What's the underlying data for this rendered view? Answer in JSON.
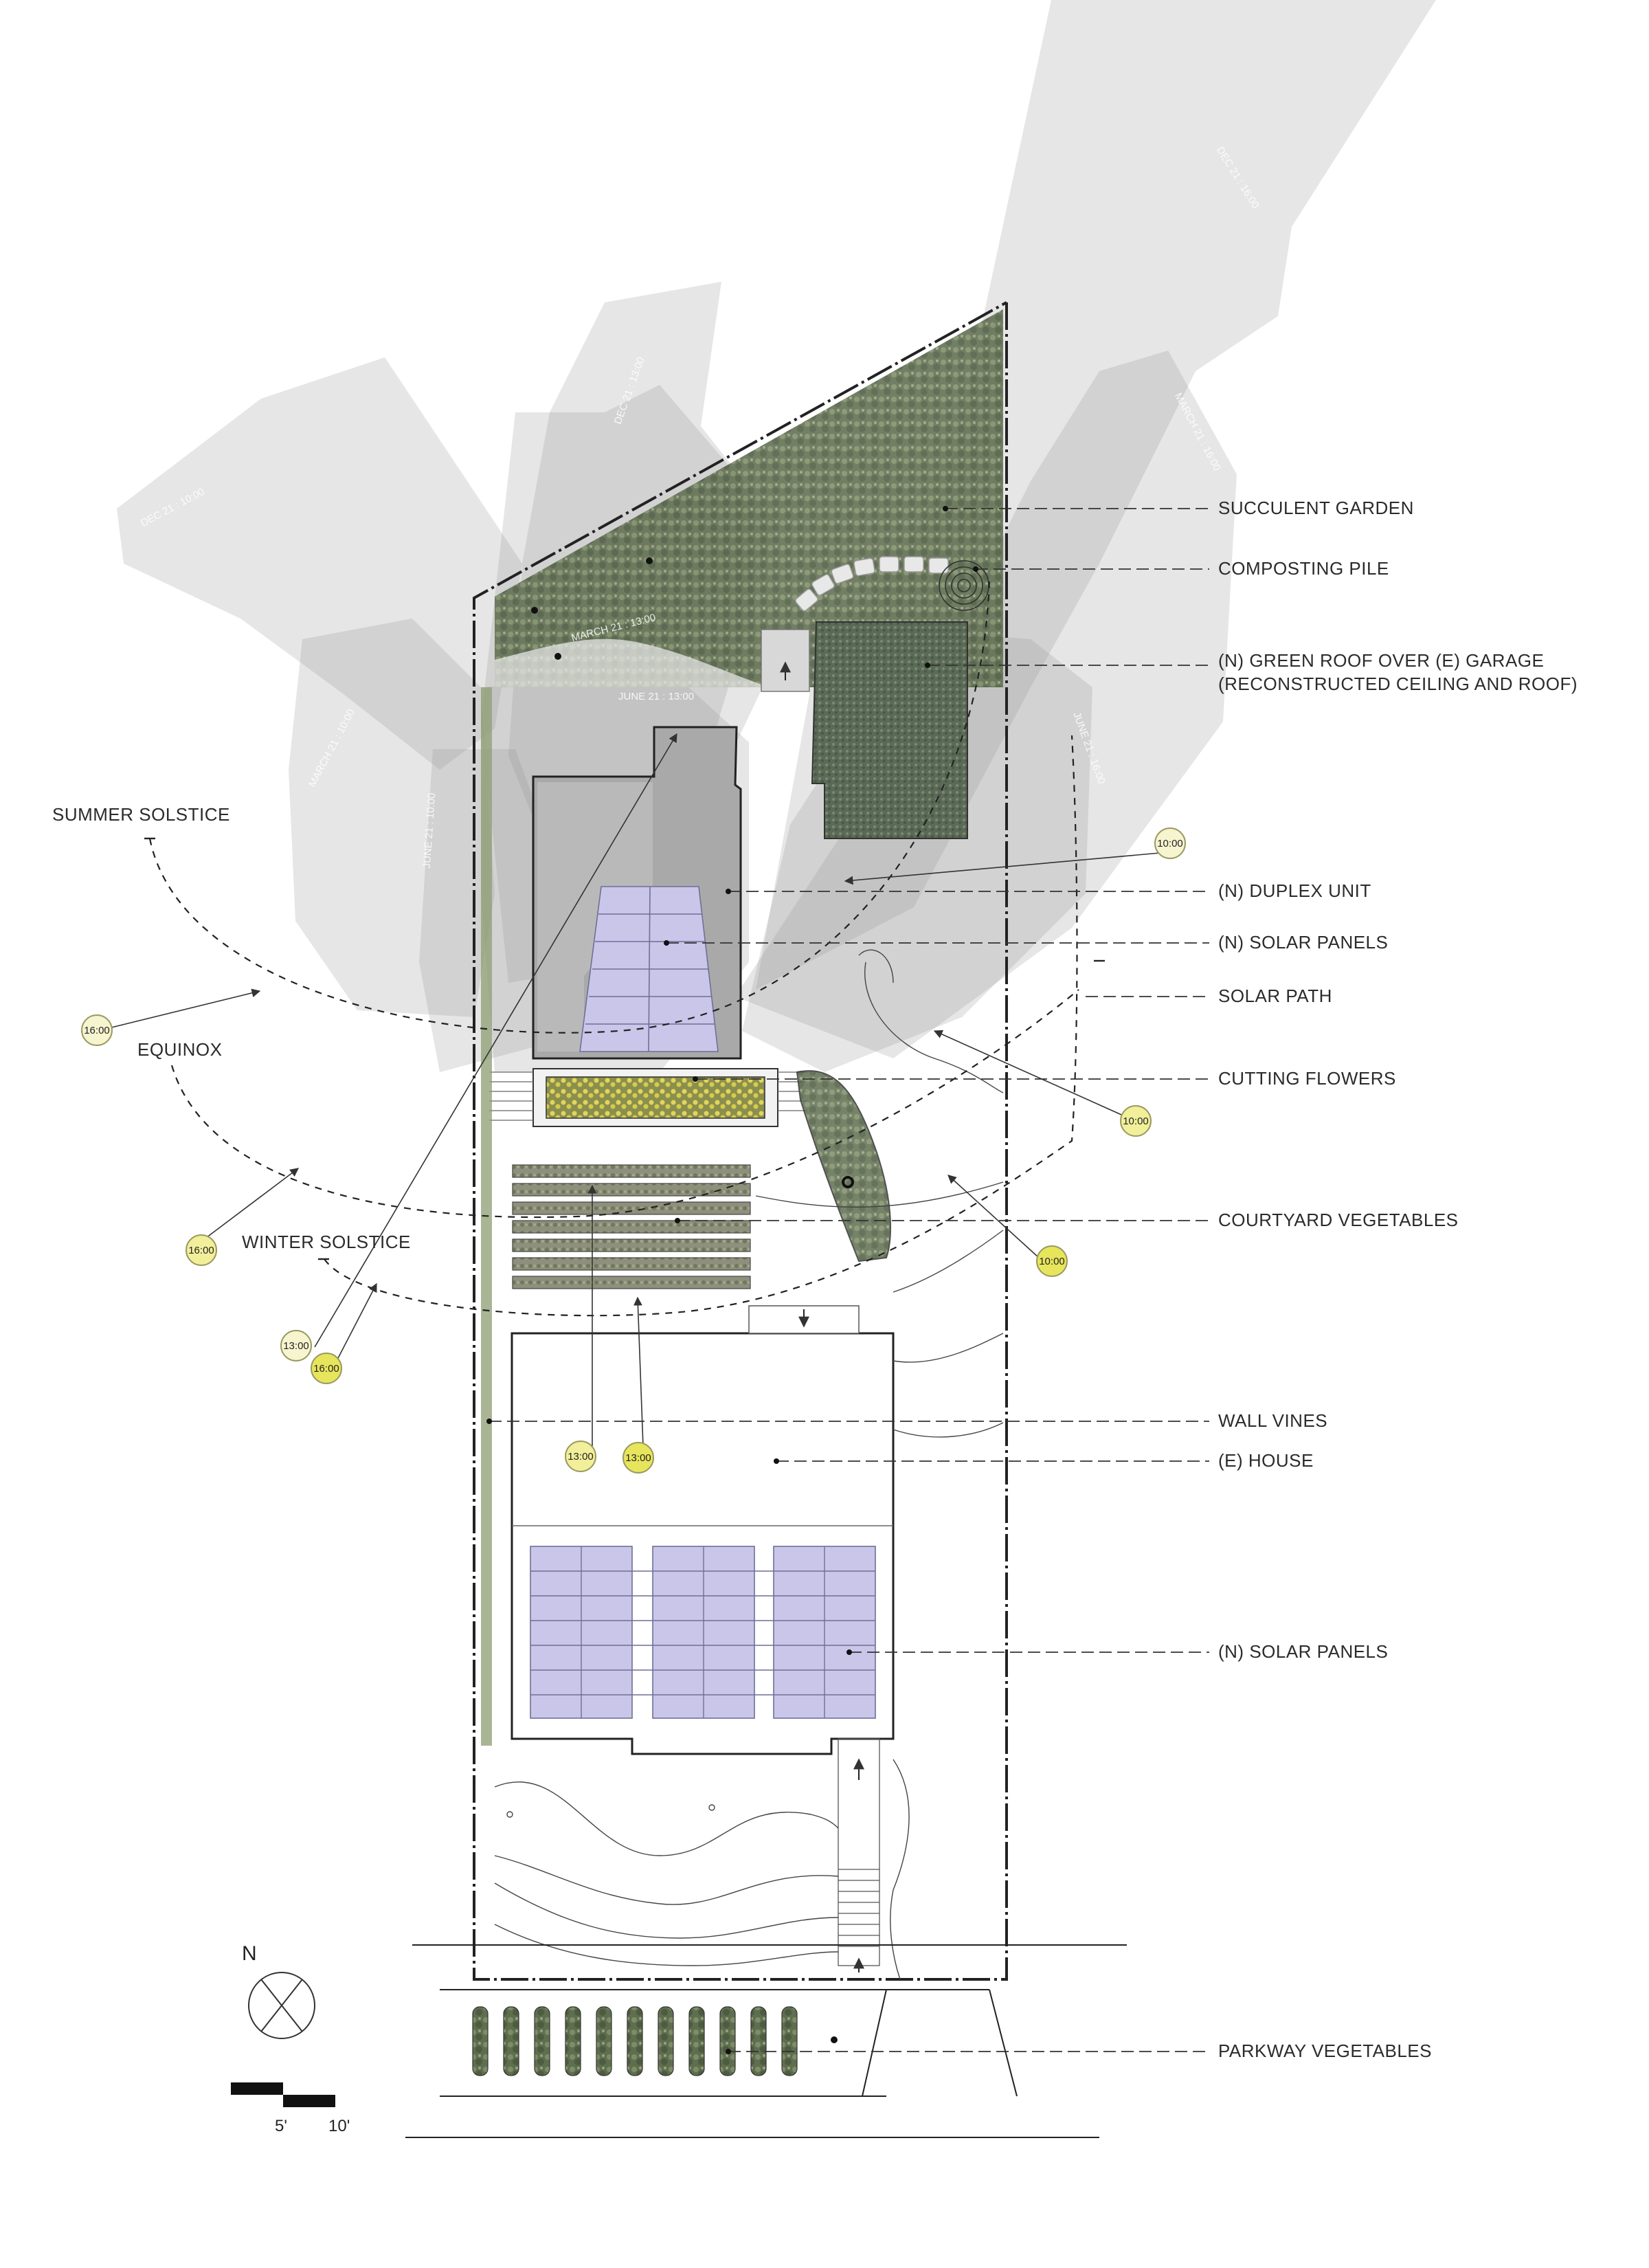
{
  "labels": {
    "succulent_garden": "SUCCULENT GARDEN",
    "composting_pile": "COMPOSTING PILE",
    "green_roof_line1": "(N) GREEN ROOF OVER (E) GARAGE",
    "green_roof_line2": "(RECONSTRUCTED CEILING AND ROOF)",
    "duplex_unit": "(N) DUPLEX UNIT",
    "solar_panels_upper": "(N) SOLAR PANELS",
    "solar_path": "SOLAR PATH",
    "cutting_flowers": "CUTTING FLOWERS",
    "courtyard_vegetables": "COURTYARD VEGETABLES",
    "wall_vines": "WALL VINES",
    "house": "(E) HOUSE",
    "solar_panels_lower": "(N) SOLAR PANELS",
    "parkway_vegetables": "PARKWAY VEGETABLES",
    "summer_solstice": "SUMMER SOLSTICE",
    "equinox": "EQUINOX",
    "winter_solstice": "WINTER SOLSTICE"
  },
  "shadow_tags": {
    "dec21_1600": "DEC 21 : 16:00",
    "dec21_1300": "DEC 21 : 13:00",
    "dec21_1000": "DEC 21 : 10:00",
    "march21_1600": "MARCH 21 : 16:00",
    "march21_1300": "MARCH 21 : 13:00",
    "march21_1000": "MARCH 21 : 10:00",
    "june21_1600": "JUNE 21 : 16:00",
    "june21_1300": "JUNE 21 : 13:00",
    "june21_1000": "JUNE 21 : 10:00"
  },
  "time_markers": {
    "t_1000_a": "10:00",
    "t_1000_b": "10:00",
    "t_1000_c": "10:00",
    "t_1600_a": "16:00",
    "t_1600_b": "16:00",
    "t_1600_c": "16:00",
    "t_1300_a": "13:00",
    "t_1300_b": "13:00",
    "t_1300_c": "13:00"
  },
  "north_arrow": {
    "label": "N"
  },
  "scale_bar": {
    "label_5": "5'",
    "label_10": "10'"
  },
  "colors": {
    "shadow": "#8c8c8c",
    "solar_panel": "#c9c6ea",
    "vegetation": "#6f7f5c",
    "flowers": "#d8cf56",
    "time_marker_fill": "#ecea8a"
  }
}
